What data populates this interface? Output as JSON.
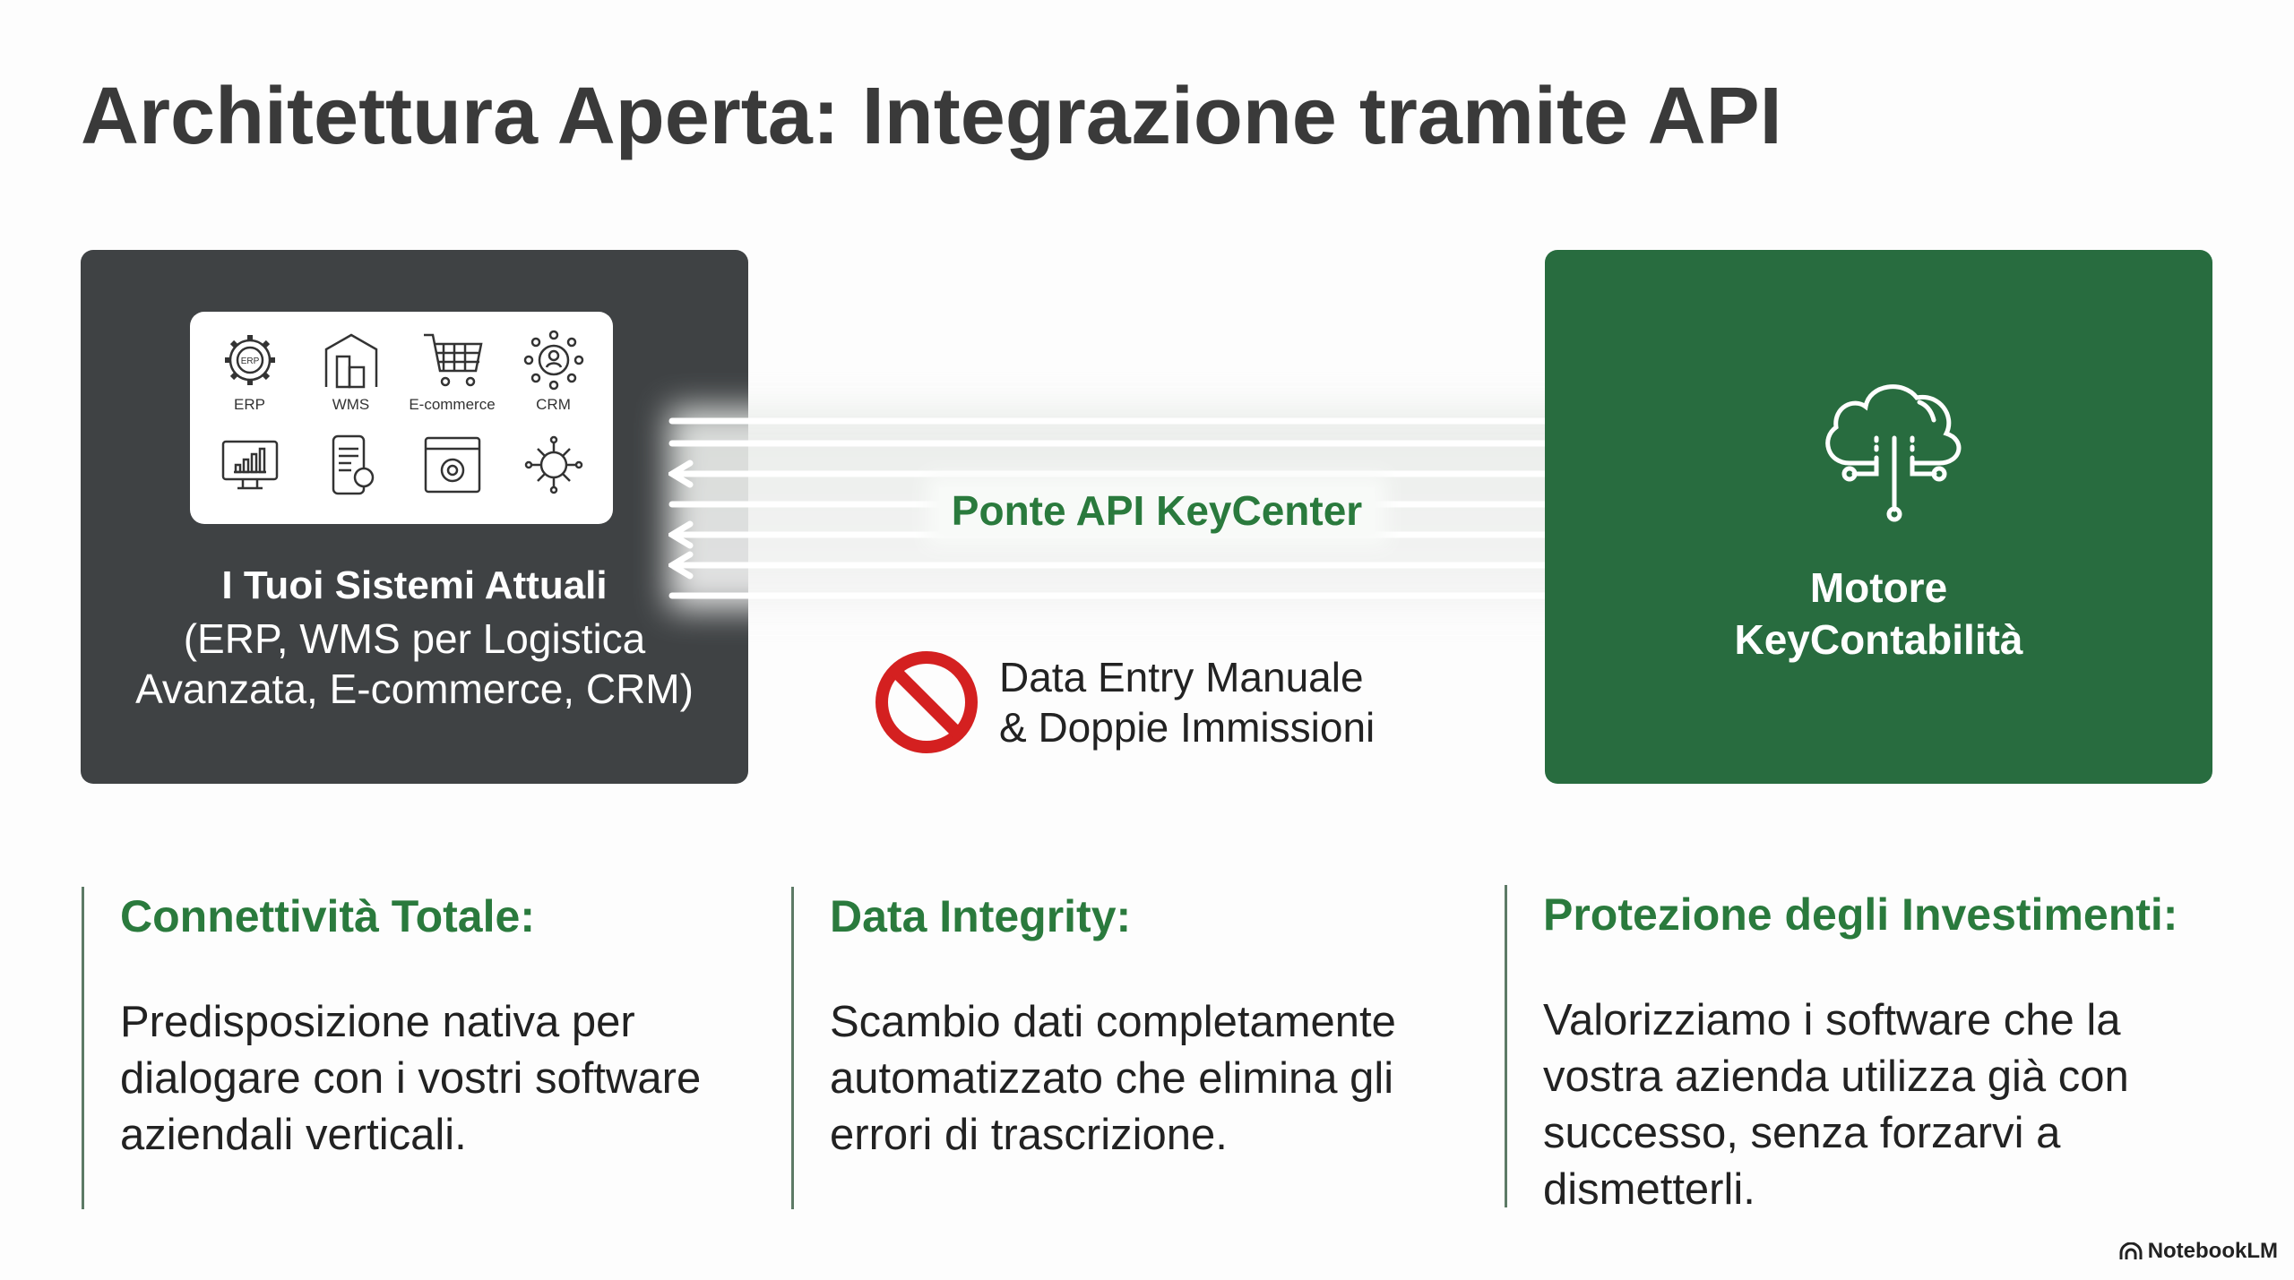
{
  "title": "Architettura Aperta: Integrazione tramite API",
  "left_box": {
    "icons": [
      {
        "name": "erp-gear-icon",
        "label": "ERP"
      },
      {
        "name": "warehouse-icon",
        "label": "WMS"
      },
      {
        "name": "shopping-cart-icon",
        "label": "E-commerce"
      },
      {
        "name": "crm-network-icon",
        "label": "CRM"
      },
      {
        "name": "monitor-chart-icon",
        "label": ""
      },
      {
        "name": "mobile-app-icon",
        "label": ""
      },
      {
        "name": "browser-gear-icon",
        "label": ""
      },
      {
        "name": "network-hub-icon",
        "label": ""
      }
    ],
    "title": "I Tuoi Sistemi Attuali",
    "subtitle_line1": "(ERP, WMS per Logistica",
    "subtitle_line2": "Avanzata, E-commerce, CRM)"
  },
  "bridge": {
    "label": "Ponte API KeyCenter",
    "prohibited_line1": "Data Entry Manuale",
    "prohibited_line2": "& Doppie Immissioni"
  },
  "right_box": {
    "line1": "Motore",
    "line2": "KeyContabilità"
  },
  "columns": [
    {
      "heading": "Connettività Totale:",
      "l1": "Predisposizione nativa per",
      "l2": "dialogare con i vostri software",
      "l3": "aziendali verticali."
    },
    {
      "heading": "Data Integrity:",
      "l1": "Scambio dati completamente",
      "l2": "automatizzato che elimina gli",
      "l3": "errori di trascrizione."
    },
    {
      "heading": "Protezione degli Investimenti:",
      "l1": "Valorizziamo i software che la",
      "l2": "vostra azienda utilizza già con",
      "l3": "successo, senza forzarvi a",
      "l4": "dismetterli."
    }
  ],
  "branding": "NotebookLM",
  "colors": {
    "dark": "#3f4244",
    "green": "#286c3f",
    "accent": "#2a7a3d",
    "stop": "#d42020"
  }
}
